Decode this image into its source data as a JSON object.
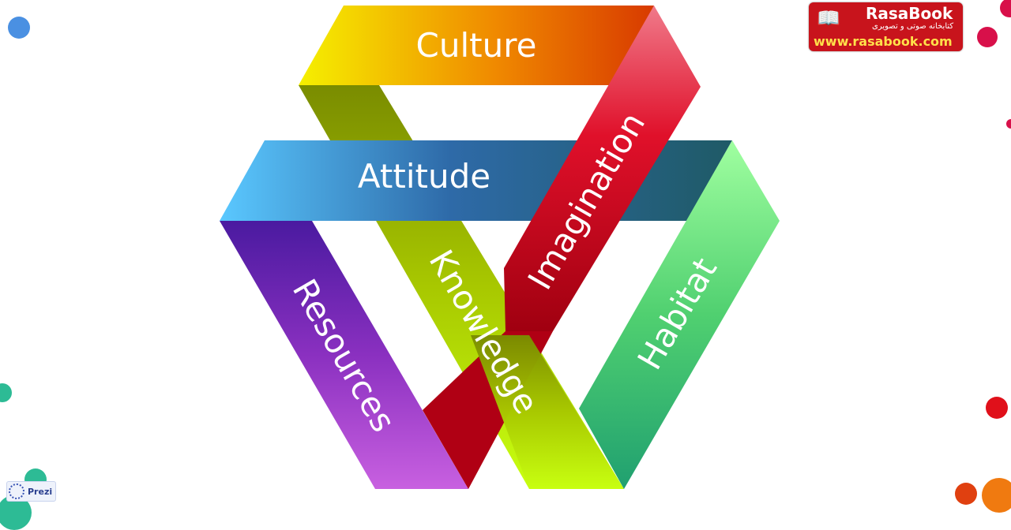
{
  "diagram": {
    "bands": [
      {
        "label": "Culture",
        "colors": [
          "#f5f000",
          "#f08a00",
          "#d83a00"
        ]
      },
      {
        "label": "Attitude",
        "colors": [
          "#5ac8ff",
          "#2e6aa8",
          "#1f5a66"
        ]
      },
      {
        "label": "Imagination",
        "colors": [
          "#f07a8a",
          "#e0102a",
          "#a00010"
        ]
      },
      {
        "label": "Knowledge",
        "colors": [
          "#7a8c00",
          "#a8c800",
          "#c8ff10"
        ]
      },
      {
        "label": "Resources",
        "colors": [
          "#4a1aa0",
          "#8a30c0",
          "#c860e0"
        ]
      },
      {
        "label": "Habitat",
        "colors": [
          "#a0ffa0",
          "#50d070",
          "#20a070"
        ]
      }
    ]
  },
  "logo": {
    "brand": "RasaBook",
    "tagline": "کتابخانه صوتی و تصویری",
    "url": "www.rasabook.com"
  },
  "prezi": {
    "label": "Prezi"
  }
}
